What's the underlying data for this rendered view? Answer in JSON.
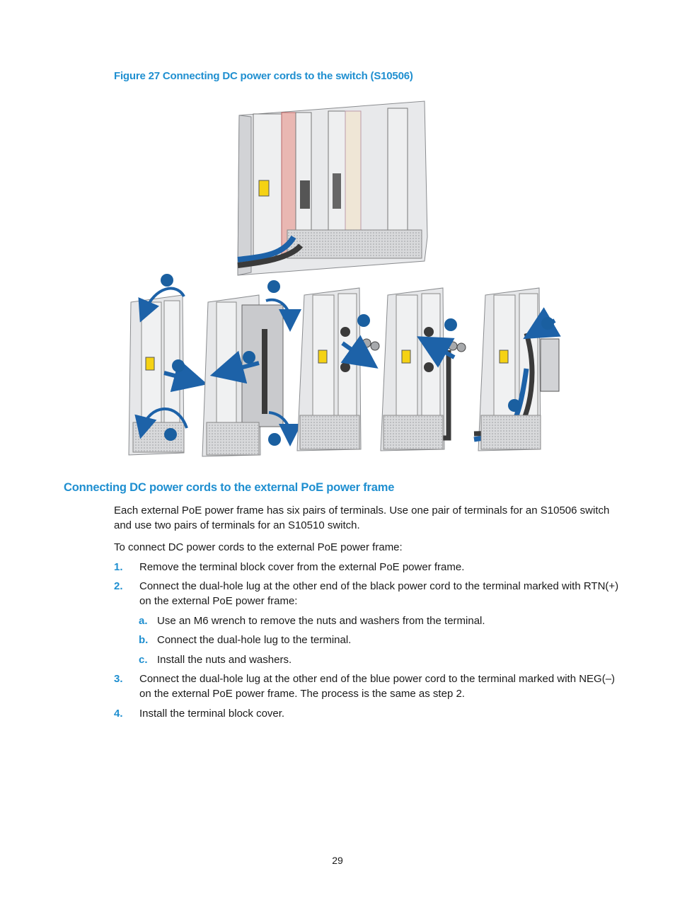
{
  "figure": {
    "caption": "Figure 27 Connecting DC power cords to the switch (S10506)"
  },
  "section": {
    "heading": "Connecting DC power cords to the external PoE power frame",
    "intro": "Each external PoE power frame has six pairs of terminals. Use one pair of terminals for an S10506 switch and use two pairs of terminals for an S10510 switch.",
    "lead": "To connect DC power cords to the external PoE power frame:",
    "steps": [
      {
        "num": "1.",
        "text": "Remove the terminal block cover from the external PoE power frame."
      },
      {
        "num": "2.",
        "text": "Connect the dual-hole lug at the other end of the black power cord to the terminal marked with RTN(+) on the external PoE power frame:"
      },
      {
        "num": "3.",
        "text": "Connect the dual-hole lug at the other end of the blue power cord to the terminal marked with NEG(–) on the external PoE power frame. The process is the same as step 2."
      },
      {
        "num": "4.",
        "text": "Install the terminal block cover."
      }
    ],
    "substeps": [
      {
        "num": "a.",
        "text": "Use an M6 wrench to remove the nuts and washers from the terminal."
      },
      {
        "num": "b.",
        "text": "Connect the dual-hole lug to the terminal."
      },
      {
        "num": "c.",
        "text": "Install the nuts and washers."
      }
    ]
  },
  "page": {
    "number": "29"
  },
  "colors": {
    "accent": "#1f8fd0",
    "callout": "#1a5fa0",
    "chassis": "#e6e7e9",
    "cord_blue": "#1d62a8"
  }
}
